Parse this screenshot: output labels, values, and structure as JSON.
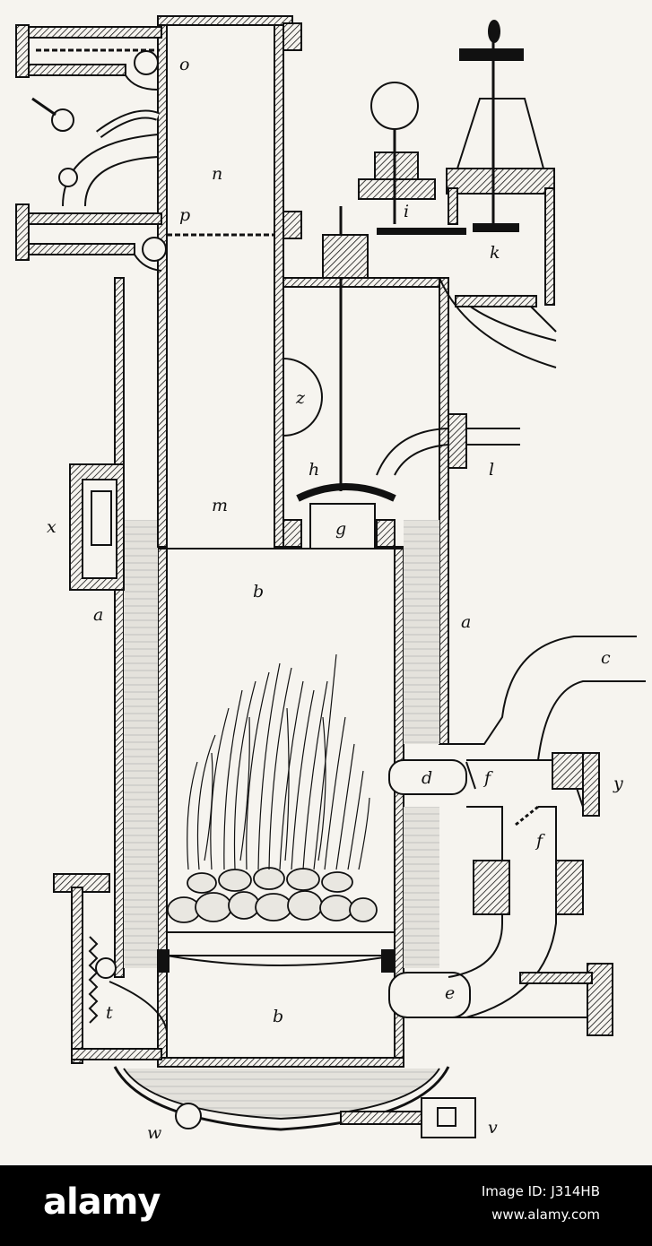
{
  "labels": {
    "o": "o",
    "n": "n",
    "p": "p",
    "i": "i",
    "k": "k",
    "z": "z",
    "h": "h",
    "l": "l",
    "m": "m",
    "g": "g",
    "x": "x",
    "b_top": "b",
    "a_left": "a",
    "a_right": "a",
    "c": "c",
    "d": "d",
    "f1": "f",
    "f2": "f",
    "y": "y",
    "e": "e",
    "t": "t",
    "b_bottom": "b",
    "w": "w",
    "v": "v"
  },
  "footer": {
    "brand": "alamy",
    "image_id": "Image ID: J314HB",
    "site": "www.alamy.com"
  },
  "colors": {
    "ink": "#111111",
    "paper": "#f6f4ef",
    "water": "#dcdcdc",
    "footer_bg": "#000000",
    "footer_text": "#ffffff"
  }
}
